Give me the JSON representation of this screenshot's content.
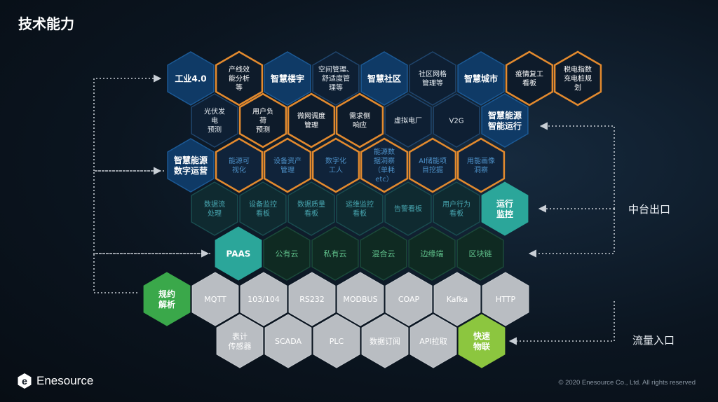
{
  "title": "技术能力",
  "side_labels": {
    "middle_out": "中台出口",
    "traffic_in": "流量入口"
  },
  "brand": {
    "name": "Enesource",
    "logo_letter": "e"
  },
  "copyright": "© 2020 Enesource Co., Ltd. All rights reserved",
  "colors": {
    "dark_blue": "#0f3a66",
    "orange": "#e38a2e",
    "teal": "#1a4d50",
    "teal_bright": "#2ba69a",
    "green_bright": "#3aa84a",
    "gray": "#b9bdc2",
    "lime": "#8cc63f",
    "arrow": "#c9cfd6"
  },
  "rows": [
    {
      "cells": [
        {
          "lines": [
            "工业4.0"
          ],
          "style": "blue"
        },
        {
          "lines": [
            "产线效",
            "能分析",
            "等"
          ],
          "style": "orange"
        },
        {
          "lines": [
            "智慧楼宇"
          ],
          "style": "blue"
        },
        {
          "lines": [
            "空间管理、",
            "舒适度管",
            "理等"
          ],
          "style": "navy"
        },
        {
          "lines": [
            "智慧社区"
          ],
          "style": "blue"
        },
        {
          "lines": [
            "社区网格",
            "管理等"
          ],
          "style": "navy"
        },
        {
          "lines": [
            "智慧城市"
          ],
          "style": "blue"
        },
        {
          "lines": [
            "疫情复工",
            "看板"
          ],
          "style": "orange"
        },
        {
          "lines": [
            "税电指数",
            "充电桩规",
            "划"
          ],
          "style": "orange"
        }
      ]
    },
    {
      "cells": [
        {
          "lines": [
            "光伏发",
            "电",
            "预测"
          ],
          "style": "navy"
        },
        {
          "lines": [
            "用户负",
            "荷",
            "预测"
          ],
          "style": "orange"
        },
        {
          "lines": [
            "微网调度",
            "管理"
          ],
          "style": "orange"
        },
        {
          "lines": [
            "需求侧",
            "响应"
          ],
          "style": "orange"
        },
        {
          "lines": [
            "虚拟电厂"
          ],
          "style": "navy"
        },
        {
          "lines": [
            "V2G"
          ],
          "style": "navy"
        },
        {
          "lines": [
            "智慧能源",
            "智能运行"
          ],
          "style": "blue"
        }
      ]
    },
    {
      "cells": [
        {
          "lines": [
            "智慧能源",
            "数字运营"
          ],
          "style": "blue"
        },
        {
          "lines": [
            "能源可",
            "视化"
          ],
          "style": "orange-dim"
        },
        {
          "lines": [
            "设备资产",
            "管理"
          ],
          "style": "orange-dim"
        },
        {
          "lines": [
            "数字化",
            "工人"
          ],
          "style": "orange-dim"
        },
        {
          "lines": [
            "能源数",
            "据洞察",
            "（单耗",
            "etc）"
          ],
          "style": "orange-dim"
        },
        {
          "lines": [
            "AI储能项",
            "目挖掘"
          ],
          "style": "orange-dim"
        },
        {
          "lines": [
            "用能画像",
            "洞察"
          ],
          "style": "orange-dim"
        }
      ]
    },
    {
      "cells": [
        {
          "lines": [
            "数据流",
            "处理"
          ],
          "style": "teal"
        },
        {
          "lines": [
            "设备监控",
            "看板"
          ],
          "style": "teal"
        },
        {
          "lines": [
            "数据质量",
            "看板"
          ],
          "style": "teal"
        },
        {
          "lines": [
            "运维监控",
            "看板"
          ],
          "style": "teal"
        },
        {
          "lines": [
            "告警看板"
          ],
          "style": "teal"
        },
        {
          "lines": [
            "用户行为",
            "看板"
          ],
          "style": "teal"
        },
        {
          "lines": [
            "运行",
            "监控"
          ],
          "style": "teal-bright"
        }
      ]
    },
    {
      "cells": [
        {
          "lines": [
            "PAAS"
          ],
          "style": "teal-bright"
        },
        {
          "lines": [
            "公有云"
          ],
          "style": "green"
        },
        {
          "lines": [
            "私有云"
          ],
          "style": "green"
        },
        {
          "lines": [
            "混合云"
          ],
          "style": "green"
        },
        {
          "lines": [
            "边缘端"
          ],
          "style": "green"
        },
        {
          "lines": [
            "区块链"
          ],
          "style": "green"
        }
      ]
    },
    {
      "cells": [
        {
          "lines": [
            "规约",
            "解析"
          ],
          "style": "green-bright"
        },
        {
          "lines": [
            "MQTT"
          ],
          "style": "gray"
        },
        {
          "lines": [
            "103/104"
          ],
          "style": "gray"
        },
        {
          "lines": [
            "RS232"
          ],
          "style": "gray"
        },
        {
          "lines": [
            "MODBUS"
          ],
          "style": "gray"
        },
        {
          "lines": [
            "COAP"
          ],
          "style": "gray"
        },
        {
          "lines": [
            "Kafka"
          ],
          "style": "gray"
        },
        {
          "lines": [
            "HTTP"
          ],
          "style": "gray"
        }
      ]
    },
    {
      "cells": [
        {
          "lines": [
            "表计",
            "传感器"
          ],
          "style": "gray"
        },
        {
          "lines": [
            "SCADA"
          ],
          "style": "gray"
        },
        {
          "lines": [
            "PLC"
          ],
          "style": "gray"
        },
        {
          "lines": [
            "数据订阅"
          ],
          "style": "gray"
        },
        {
          "lines": [
            "API拉取"
          ],
          "style": "gray"
        },
        {
          "lines": [
            "快速",
            "物联"
          ],
          "style": "lime"
        }
      ]
    }
  ]
}
